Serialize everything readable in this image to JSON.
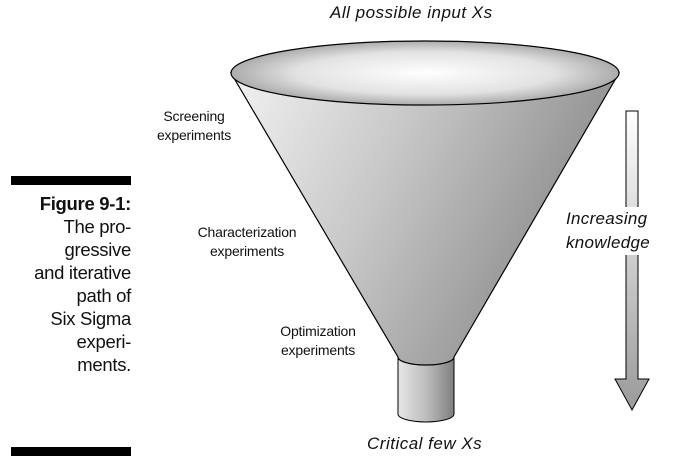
{
  "figure": {
    "number_label": "Figure 9-1:",
    "caption_lines": [
      "The pro-",
      "gressive",
      "and iterative",
      "path of",
      "Six Sigma",
      "experi-",
      "ments."
    ]
  },
  "funnel": {
    "top_label": "All possible input Xs",
    "bottom_label": "Critical few Xs"
  },
  "stages": [
    {
      "lines": [
        "Screening",
        "experiments"
      ]
    },
    {
      "lines": [
        "Characterization",
        "experiments"
      ]
    },
    {
      "lines": [
        "Optimization",
        "experiments"
      ]
    }
  ],
  "arrow": {
    "lines": [
      "Increasing",
      "knowledge"
    ]
  }
}
